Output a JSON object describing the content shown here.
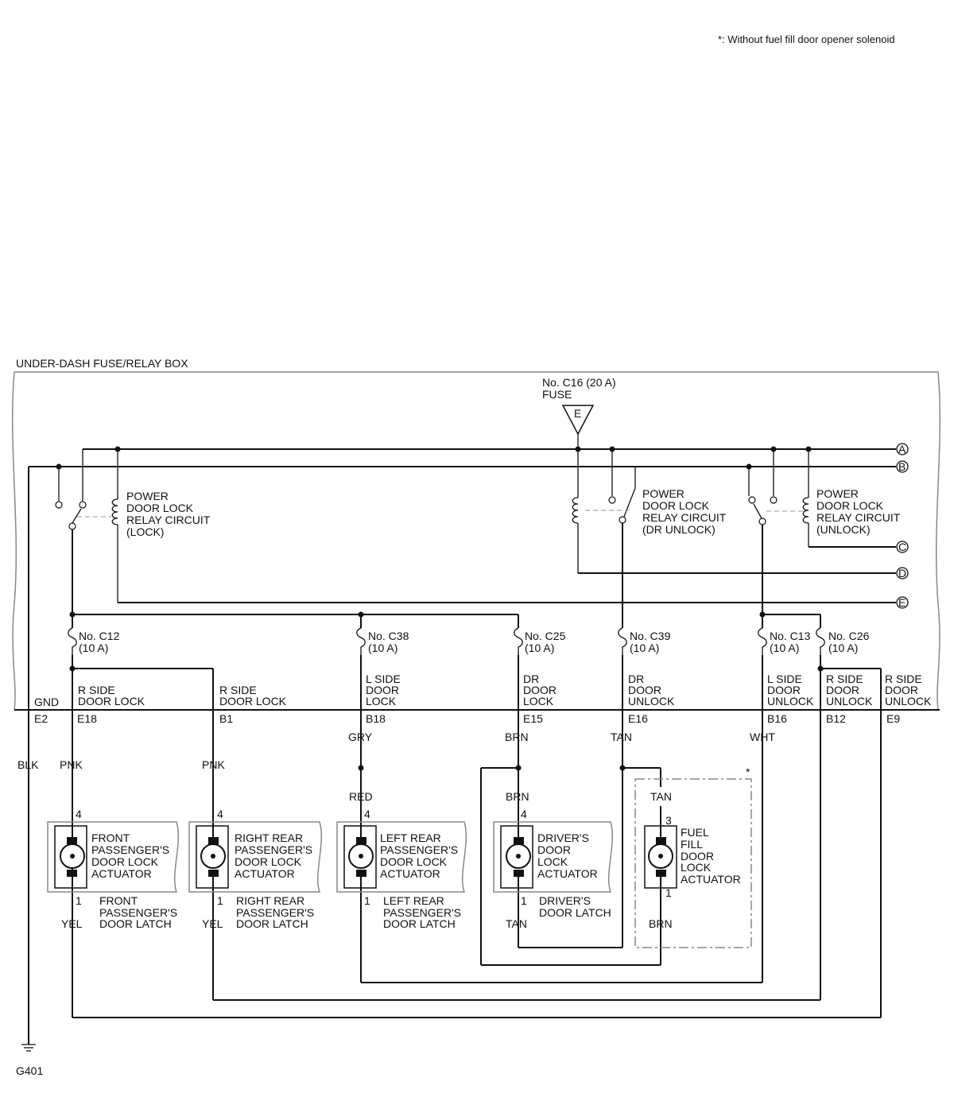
{
  "note": "*: Without fuel fill door opener solenoid",
  "box_title": "UNDER-DASH FUSE/RELAY BOX",
  "fuse_c16": {
    "line1": "No. C16 (20 A)",
    "line2": "FUSE",
    "tri": "E"
  },
  "bus_labels": [
    "A",
    "B",
    "C",
    "D",
    "E"
  ],
  "relays": {
    "lock": [
      "POWER",
      "DOOR LOCK",
      "RELAY CIRCUIT",
      "(LOCK)"
    ],
    "dr_unlock": [
      "POWER",
      "DOOR LOCK",
      "RELAY CIRCUIT",
      "(DR UNLOCK)"
    ],
    "unlock": [
      "POWER",
      "DOOR LOCK",
      "RELAY CIRCUIT",
      "(UNLOCK)"
    ]
  },
  "fuses": {
    "c12": [
      "No. C12",
      "(10 A)"
    ],
    "c38": [
      "No. C38",
      "(10 A)"
    ],
    "c25": [
      "No. C25",
      "(10 A)"
    ],
    "c39": [
      "No. C39",
      "(10 A)"
    ],
    "c13": [
      "No. C13",
      "(10 A)"
    ],
    "c26": [
      "No. C26",
      "(10 A)"
    ]
  },
  "circuits": {
    "gnd": "GND",
    "e18": [
      "R SIDE",
      "DOOR LOCK"
    ],
    "b1": [
      "R SIDE",
      "DOOR LOCK"
    ],
    "b18": [
      "L SIDE",
      "DOOR",
      "LOCK"
    ],
    "e15": [
      "DR",
      "DOOR",
      "LOCK"
    ],
    "e16": [
      "DR",
      "DOOR",
      "UNLOCK"
    ],
    "b16": [
      "L SIDE",
      "DOOR",
      "UNLOCK"
    ],
    "b12": [
      "R SIDE",
      "DOOR",
      "UNLOCK"
    ],
    "e9": [
      "R SIDE",
      "DOOR",
      "UNLOCK"
    ]
  },
  "pins": {
    "e2": "E2",
    "e18": "E18",
    "b1": "B1",
    "b18": "B18",
    "e15": "E15",
    "e16": "E16",
    "b16": "B16",
    "b12": "B12",
    "e9": "E9"
  },
  "wires": {
    "blk": "BLK",
    "pnk1": "PNK",
    "pnk2": "PNK",
    "gry": "GRY",
    "brn1": "BRN",
    "tan1": "TAN",
    "wht": "WHT",
    "red": "RED",
    "brn2": "BRN",
    "tan2": "TAN",
    "yel1": "YEL",
    "yel2": "YEL",
    "tan3": "TAN",
    "brn3": "BRN"
  },
  "actuators": {
    "front_pass": [
      "FRONT",
      "PASSENGER'S",
      "DOOR LOCK",
      "ACTUATOR"
    ],
    "right_rear": [
      "RIGHT REAR",
      "PASSENGER'S",
      "DOOR LOCK",
      "ACTUATOR"
    ],
    "left_rear": [
      "LEFT REAR",
      "PASSENGER'S",
      "DOOR LOCK",
      "ACTUATOR"
    ],
    "driver": [
      "DRIVER'S",
      "DOOR",
      "LOCK",
      "ACTUATOR"
    ],
    "fuel": [
      "FUEL",
      "FILL",
      "DOOR",
      "LOCK",
      "ACTUATOR"
    ]
  },
  "latches": {
    "front_pass": [
      "FRONT",
      "PASSENGER'S",
      "DOOR LATCH"
    ],
    "right_rear": [
      "RIGHT REAR",
      "PASSENGER'S",
      "DOOR LATCH"
    ],
    "left_rear": [
      "LEFT REAR",
      "PASSENGER'S",
      "DOOR LATCH"
    ],
    "driver": [
      "DRIVER'S",
      "DOOR LATCH"
    ]
  },
  "pin_nums": {
    "p4a": "4",
    "p4b": "4",
    "p4c": "4",
    "p4d": "4",
    "p3": "3",
    "p1a": "1",
    "p1b": "1",
    "p1c": "1",
    "p1d": "1",
    "p1e": "1"
  },
  "star": "*",
  "ground": "G401"
}
